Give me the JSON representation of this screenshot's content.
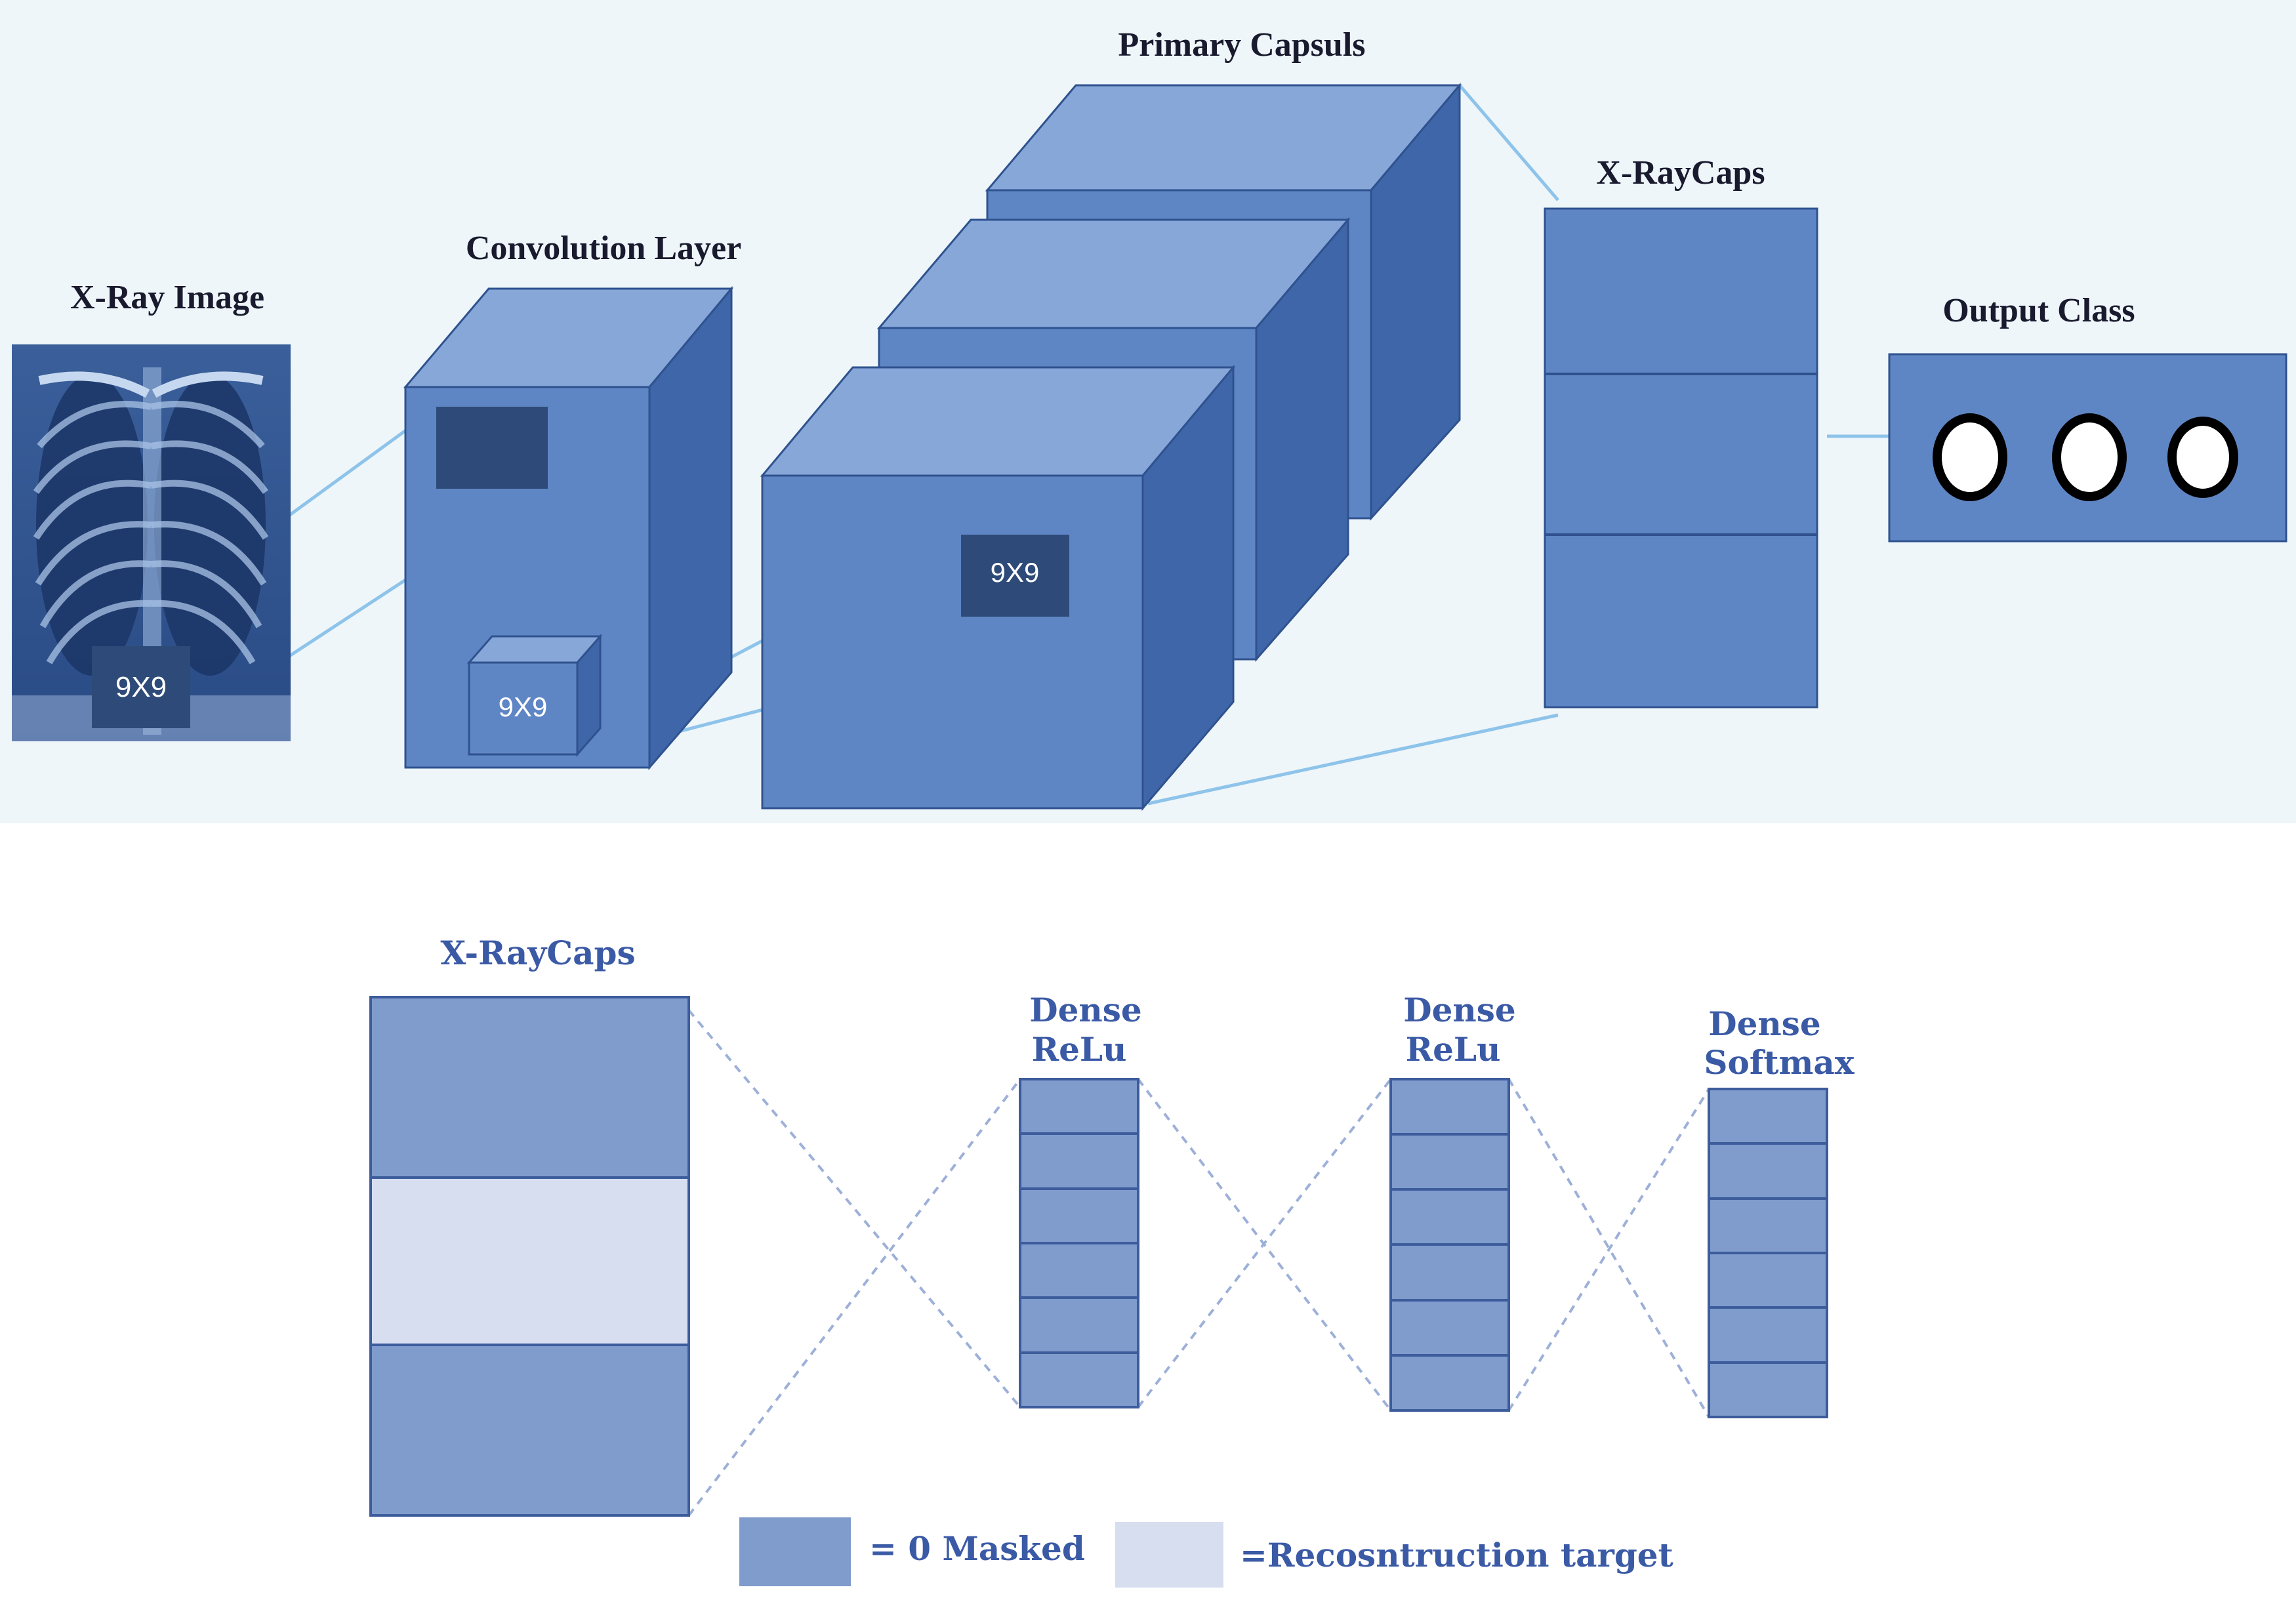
{
  "top_section": {
    "xray_image_title": "X-Ray Image",
    "xray_kernel": "9X9",
    "conv_layer_title": "Convolution Layer",
    "conv_kernel": "9X9",
    "primary_capsules_title": "Primary Capsuls",
    "primary_kernel": "9X9",
    "xraycaps_title": "X-RayCaps",
    "output_class_title": "Output Class",
    "output_classes": 3
  },
  "bottom_section": {
    "xraycaps_title": "X-RayCaps",
    "dense_layers": [
      {
        "title_line1": "Dense",
        "title_line2": "ReLu"
      },
      {
        "title_line1": "Dense",
        "title_line2": "ReLu"
      },
      {
        "title_line1": "Dense",
        "title_line2": "Softmax"
      }
    ],
    "legend": {
      "masked_label": "= 0 Masked",
      "target_label": "=Recosntruction target"
    }
  },
  "colors": {
    "top_background": "#eef6fa",
    "block_front": "#5f86c4",
    "block_top": "#86a7d8",
    "block_side": "#3f66a8",
    "kernel_dark": "#2e4a78",
    "connector": "#8ec3ea",
    "bottom_block": "#7f9ccc",
    "bottom_block_stroke": "#3d5c9c",
    "reconstruction_target": "#d6def0",
    "label_blue": "#3b5aa6"
  }
}
